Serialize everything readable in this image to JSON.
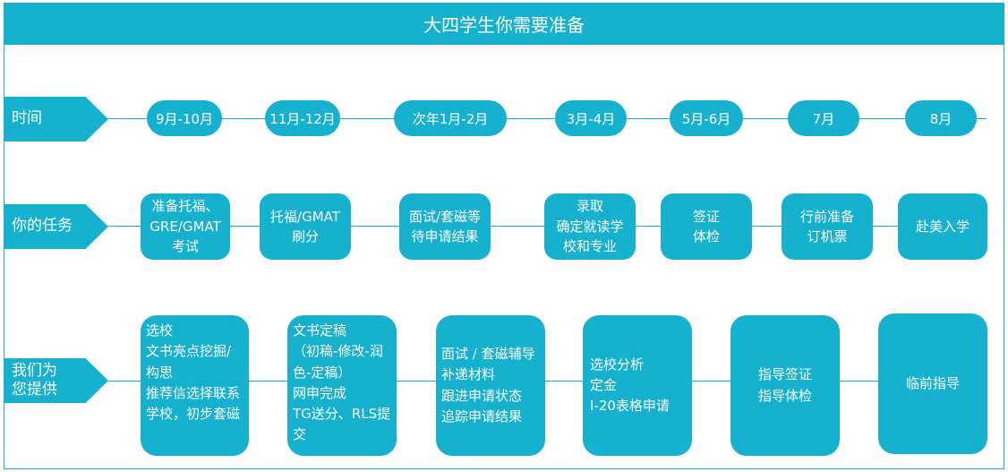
{
  "title": "大四学生你需要准备",
  "rows": {
    "time_label": "时间",
    "task_label": "你的任务",
    "service_label_lines": [
      "我们为",
      "您提供"
    ]
  },
  "times": [
    "9月-10月",
    "11月-12月",
    "次年1月-2月",
    "3月-4月",
    "5月-6月",
    "7月",
    "8月"
  ],
  "tasks": [
    [
      "准备托福、",
      "GRE/GMAT",
      "考试"
    ],
    [
      "托福/GMAT",
      "刷分"
    ],
    [
      "面试/套磁等",
      "待申请结果"
    ],
    [
      "录取",
      "确定就读学",
      "校和专业"
    ],
    [
      "签证",
      "体检"
    ],
    [
      "行前准备",
      "订机票"
    ],
    [
      "赴美入学"
    ]
  ],
  "services": [
    [
      "选校",
      "文书亮点挖掘/",
      "构思",
      "推荐信选择联系",
      "学校，初步套磁"
    ],
    [
      "文书定稿",
      "（初稿-修改-润",
      "色-定稿）",
      "网申完成",
      "TG送分、RLS提",
      "交"
    ],
    [
      "面试 / 套磁辅导",
      "补递材料",
      "跟进申请状态",
      "追踪申请结果"
    ],
    [
      "选校分析",
      "定金",
      "I-20表格申请"
    ],
    [
      "指导签证",
      "指导体检"
    ],
    [
      "临前指导"
    ]
  ],
  "colors": {
    "accent": "#16b1cf",
    "text_on_accent": "#ffffff"
  }
}
